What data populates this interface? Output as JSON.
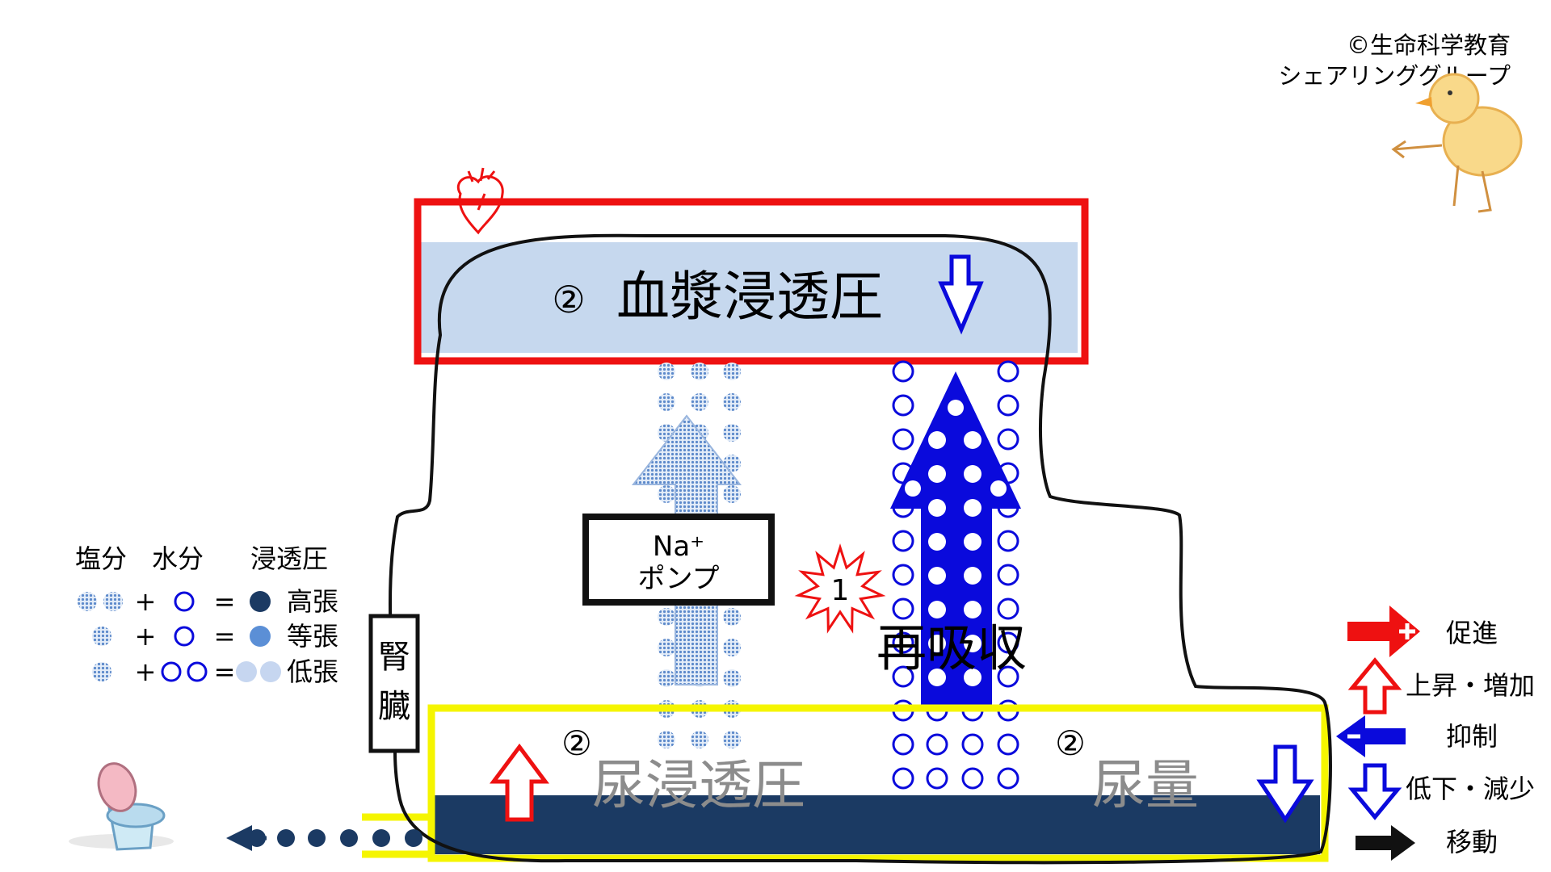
{
  "credit": {
    "line1": "©生命科学教育",
    "line2": "シェアリンググループ"
  },
  "plasma": {
    "circle": "②",
    "label": "血漿浸透圧",
    "arrow": "down",
    "box_color": "#ee1111",
    "fill_color": "#c6d8ee"
  },
  "pump": {
    "line1": "Na⁺",
    "line2": "ポンプ"
  },
  "star": {
    "number": "1"
  },
  "reabsorption": {
    "label": "再吸収"
  },
  "kidney": {
    "label": "腎臓"
  },
  "urine": {
    "osmotic": {
      "circle": "②",
      "label": "尿浸透圧",
      "arrow": "up"
    },
    "volume": {
      "circle": "②",
      "label": "尿量",
      "arrow": "down"
    },
    "box_color": "#f5f500",
    "fill_color": "#1b3a63"
  },
  "key": {
    "headers": [
      "塩分",
      "水分",
      "浸透圧"
    ],
    "rows": [
      {
        "plus": "+",
        "eq": "=",
        "label": "高張"
      },
      {
        "plus": "+",
        "eq": "=",
        "label": "等張"
      },
      {
        "plus": "+",
        "eq": "=",
        "label": "低張"
      }
    ]
  },
  "legend": [
    {
      "icon": "promote-arrow-icon",
      "label": "促進"
    },
    {
      "icon": "rise-arrow-icon",
      "label": "上昇・増加"
    },
    {
      "icon": "suppress-arrow-icon",
      "label": "抑制"
    },
    {
      "icon": "fall-arrow-icon",
      "label": "低下・減少"
    },
    {
      "icon": "move-arrow-icon",
      "label": "移動"
    }
  ],
  "colors": {
    "red": "#ee1111",
    "blue": "#0a0adc",
    "dotted": "#6f97cf",
    "navy": "#1b3a63",
    "yellow": "#f5f500"
  }
}
